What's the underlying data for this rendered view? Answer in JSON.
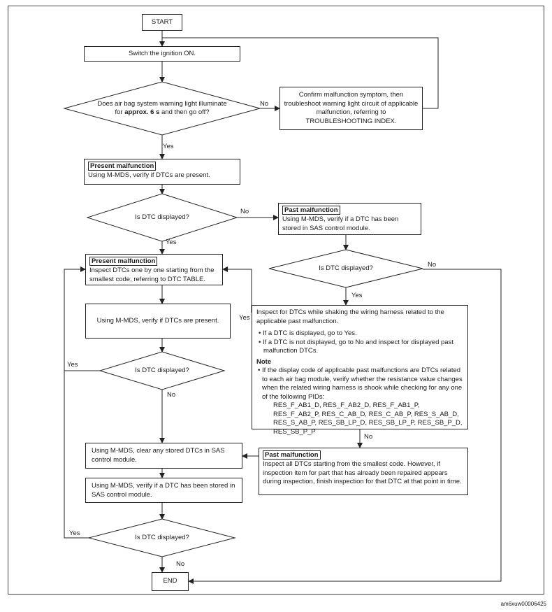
{
  "start": "START",
  "end": "END",
  "switch_on": "Switch the ignition ON.",
  "q_light_a": "Does air bag system warning light illuminate",
  "q_light_b": "for",
  "q_light_bold": "approx. 6 s",
  "q_light_c": "and then go off?",
  "confirm_box": "Confirm malfunction symptom, then troubleshoot warning light circuit of applicable malfunction, referring to TROUBLESHOOTING INDEX.",
  "present_tag": "Present malfunction",
  "present_text1": "Using M-MDS, verify if DTCs are present.",
  "q_dtc": "Is DTC displayed?",
  "past_tag": "Past malfunction",
  "past_text1": "Using M-MDS, verify if a DTC has been stored in SAS control module.",
  "inspect_text": "Inspect DTCs one by one starting from the smallest code, referring to DTC TABLE.",
  "verify_present": "Using M-MDS, verify if DTCs are present.",
  "shake_intro": "Inspect for DTCs while shaking the wiring harness related to the applicable past malfunction.",
  "shake_b1": "• If a DTC is displayed, go to Yes.",
  "shake_b2": "• If a DTC is not displayed, go to No and inspect for displayed past malfunction DTCs.",
  "note_title": "Note",
  "note_text": "• If the display code of applicable past malfunctions are DTCs related to each air bag module, verify whether the resistance value changes when the related wiring harness is shook while checking for any one of the following PIDs:",
  "pids": "RES_F_AB1_D, RES_F_AB2_D, RES_F_AB1_P, RES_F_AB2_P, RES_C_AB_D, RES_C_AB_P, RES_S_AB_D, RES_S_AB_P, RES_SB_LP_D, RES_SB_LP_P, RES_SB_P_D, RES_SB_P_P",
  "clear_text": "Using M-MDS, clear any stored DTCs in SAS control module.",
  "verify_stored": "Using M-MDS, verify if a DTC has been stored in SAS control module.",
  "past_inspect": "Inspect all DTCs starting from the smallest code. However, if inspection item for part that has already been repaired appears during inspection, finish inspection for that DTC at that point in time.",
  "yes": "Yes",
  "no": "No",
  "footer_code": "am6xuw00006425"
}
